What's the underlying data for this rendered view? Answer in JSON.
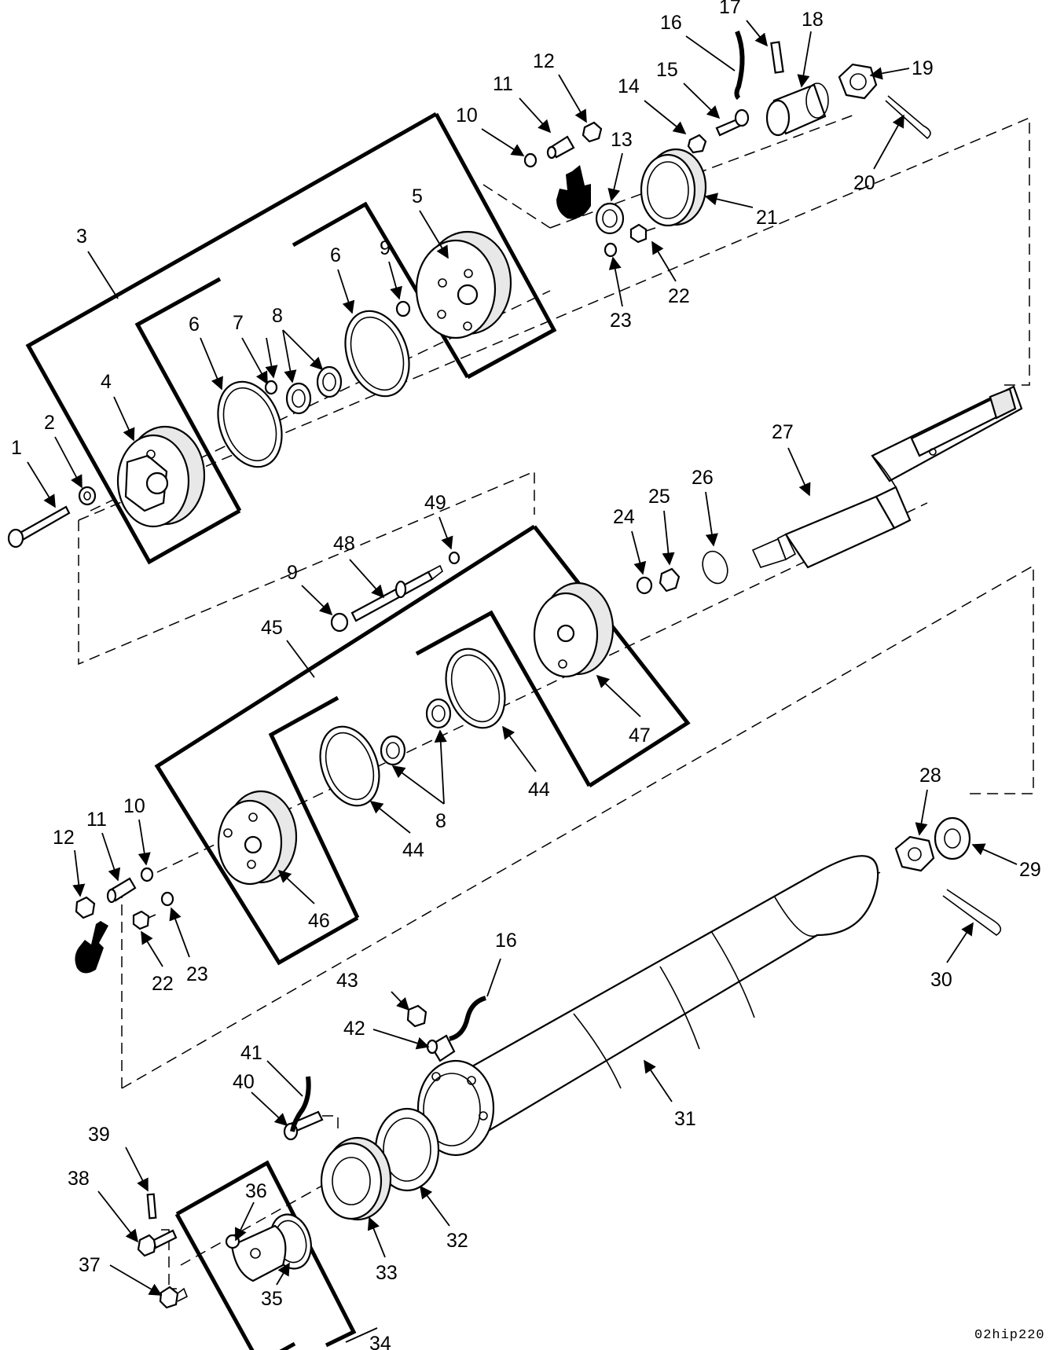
{
  "figure_id": "02hip220",
  "callout_labels": {
    "c1": "1",
    "c2": "2",
    "c3": "3",
    "c4": "4",
    "c5": "5",
    "c6a": "6",
    "c6b": "6",
    "c7": "7",
    "c8a": "8",
    "c8b": "8",
    "c9a": "9",
    "c9b": "9",
    "c10a": "10",
    "c10b": "10",
    "c11a": "11",
    "c11b": "11",
    "c12a": "12",
    "c12b": "12",
    "c13": "13",
    "c14": "14",
    "c15": "15",
    "c16a": "16",
    "c16b": "16",
    "c17": "17",
    "c18": "18",
    "c19": "19",
    "c20": "20",
    "c21": "21",
    "c22a": "22",
    "c22b": "22",
    "c23a": "23",
    "c23b": "23",
    "c24": "24",
    "c25": "25",
    "c26": "26",
    "c27": "27",
    "c28": "28",
    "c29": "29",
    "c30": "30",
    "c31": "31",
    "c32": "32",
    "c33": "33",
    "c34": "34",
    "c35": "35",
    "c36": "36",
    "c37": "37",
    "c38": "38",
    "c39": "39",
    "c40": "40",
    "c41": "41",
    "c42": "42",
    "c43": "43",
    "c44a": "44",
    "c44b": "44",
    "c45": "45",
    "c46": "46",
    "c47": "47",
    "c48": "48",
    "c49": "49"
  },
  "icons": {
    "pointer_hand": "pointing-hand-icon"
  }
}
